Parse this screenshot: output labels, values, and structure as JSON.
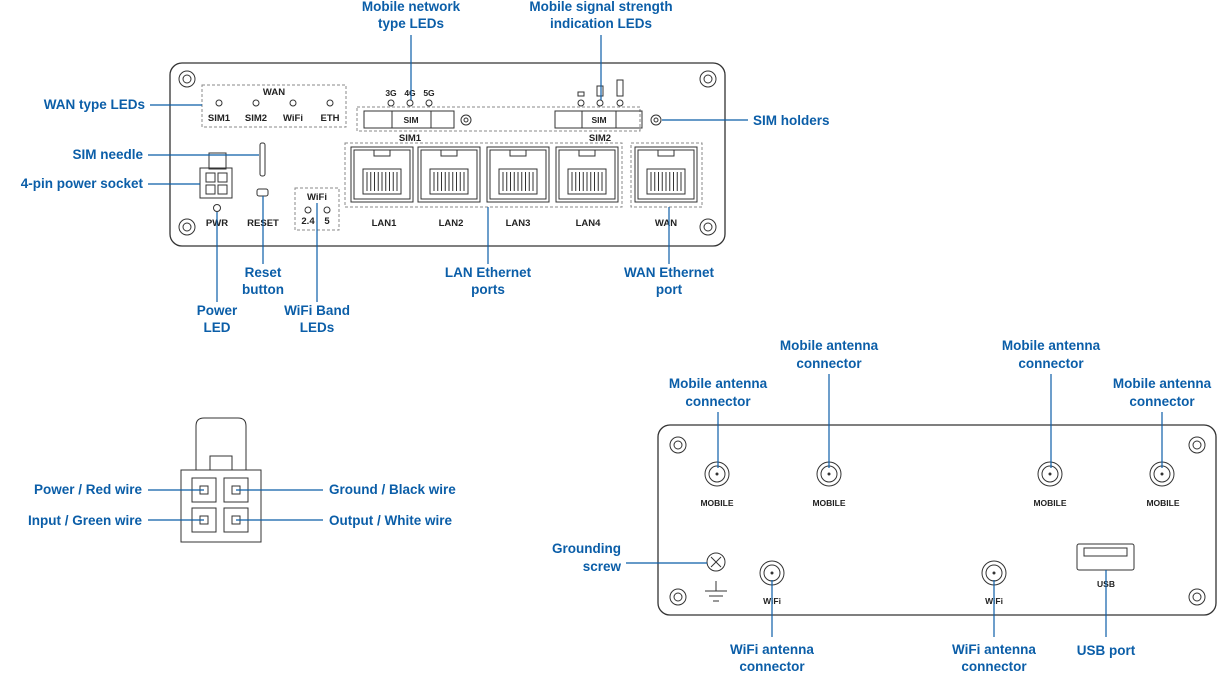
{
  "callouts": {
    "mobile_network_leds_1": "Mobile network",
    "mobile_network_leds_2": "type LEDs",
    "signal_leds_1": "Mobile signal strength",
    "signal_leds_2": "indication LEDs",
    "wan_type_leds": "WAN type LEDs",
    "sim_holders": "SIM holders",
    "sim_needle": "SIM needle",
    "power_socket": "4-pin power socket",
    "reset_1": "Reset",
    "reset_2": "button",
    "power_led_1": "Power",
    "power_led_2": "LED",
    "wifi_band_1": "WiFi Band",
    "wifi_band_2": "LEDs",
    "lan_ports_1": "LAN Ethernet",
    "lan_ports_2": "ports",
    "wan_port_1": "WAN Ethernet",
    "wan_port_2": "port",
    "power_wire": "Power / Red wire",
    "input_wire": "Input / Green wire",
    "ground_wire": "Ground / Black wire",
    "output_wire": "Output / White wire",
    "ant1_1": "Mobile antenna",
    "ant1_2": "connector",
    "ant2_1": "Mobile antenna",
    "ant2_2": "connector",
    "ant3_1": "Mobile antenna",
    "ant3_2": "connector",
    "ant4_1": "Mobile antenna",
    "ant4_2": "connector",
    "grounding_1": "Grounding",
    "grounding_2": "screw",
    "wifi_ant1_1": "WiFi antenna",
    "wifi_ant1_2": "connector",
    "wifi_ant2_1": "WiFi antenna",
    "wifi_ant2_2": "connector",
    "usb_port": "USB port"
  },
  "front_panel": {
    "wan_header": "WAN",
    "wan_leds": [
      "SIM1",
      "SIM2",
      "WiFi",
      "ETH"
    ],
    "net_leds": [
      "3G",
      "4G",
      "5G"
    ],
    "sim_label": "SIM",
    "sim1": "SIM1",
    "sim2": "SIM2",
    "lan_ports": [
      "LAN1",
      "LAN2",
      "LAN3",
      "LAN4"
    ],
    "wan_port": "WAN",
    "pwr": "PWR",
    "reset": "RESET",
    "wifi_header": "WiFi",
    "wifi_24": "2.4",
    "wifi_5": "5"
  },
  "back_panel": {
    "mobile": "MOBILE",
    "wifi": "WiFi",
    "usb": "USB"
  }
}
